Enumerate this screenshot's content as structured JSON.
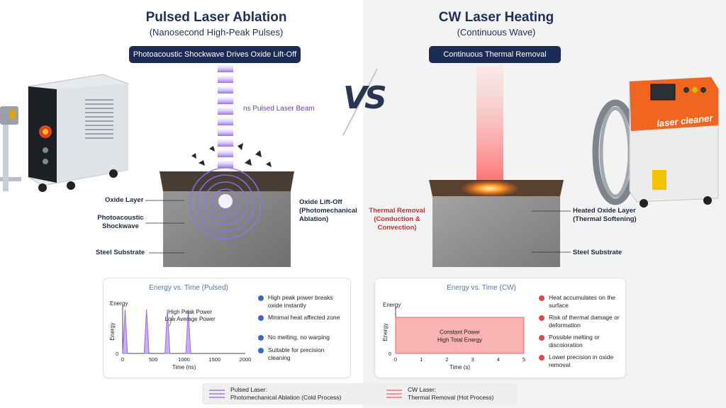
{
  "left": {
    "title": "Pulsed Laser Ablation",
    "subtitle": "(Nanosecond High-Peak Pulses)",
    "banner": "Photoacoustic Shockwave Drives Oxide Lift-Off",
    "beam_label": "ns Pulsed Laser Beam",
    "labels": {
      "oxide_layer": "Oxide Layer",
      "shockwave": "Photoacoustic Shockwave",
      "steel": "Steel Substrate",
      "liftoff": "Oxide Lift-Off (Photomechanical Ablation)"
    },
    "panel": {
      "title": "Energy vs. Time (Pulsed)",
      "bullets": [
        "High peak power breaks oxide instantly",
        "Minimal heat affected zone",
        "No melting, no warping",
        "Suitable for precision cleaning"
      ]
    }
  },
  "right": {
    "title": "CW Laser Heating",
    "subtitle": "(Continuous Wave)",
    "banner": "Continuous Thermal Removal",
    "machine_label": "laser cleaner",
    "labels": {
      "thermal_removal": "Thermal Removal (Conduction & Convection)",
      "heated_oxide": "Heated Oxide Layer (Thermal Softening)",
      "steel": "Steel Substrate"
    },
    "panel": {
      "title": "Energy vs. Time (CW)",
      "bullets": [
        "Heat accumulates on the surface",
        "Risk of thermal damage or deformation",
        "Possible melting or discoloration",
        "Lower precision in oxide removal"
      ]
    }
  },
  "vs": "VS",
  "legend": {
    "pulsed_title": "Pulsed Laser:",
    "pulsed_desc": "Photomechanical Ablation (Cold Process)",
    "cw_title": "CW Laser:",
    "cw_desc": "Thermal Removal (Hot Process)"
  },
  "colors": {
    "navy": "#1d2b57",
    "pulse_purple": "#a276e0",
    "cw_red": "#f58c8c",
    "check_blue": "#3d66c7",
    "warn_red": "#e24a4a"
  },
  "chart_data": [
    {
      "type": "line",
      "title": "Energy vs. Time (Pulsed)",
      "xlabel": "Time (ns)",
      "ylabel": "Energy",
      "xlim": [
        0,
        2000
      ],
      "ylim": [
        0,
        1
      ],
      "x_ticks": [
        0,
        500,
        1000,
        1500,
        2000
      ],
      "y_ticks": [
        0
      ],
      "annotation": "High Peak Power Low Average Power",
      "series": [
        {
          "x": [
            0,
            40,
            80,
            350,
            390,
            430,
            690,
            730,
            770,
            1030,
            1070,
            1110
          ],
          "values": [
            0,
            1,
            0,
            0,
            1,
            0,
            0,
            1,
            0,
            0,
            1,
            0
          ]
        }
      ]
    },
    {
      "type": "area",
      "title": "Energy vs. Time (CW)",
      "xlabel": "Time (s)",
      "ylabel": "Energy",
      "xlim": [
        0,
        5
      ],
      "ylim": [
        0,
        1
      ],
      "x_ticks": [
        0,
        1,
        2,
        3,
        4,
        5
      ],
      "y_ticks": [
        0
      ],
      "annotation": "Constant Power High Total Energy",
      "series": [
        {
          "x": [
            0,
            5
          ],
          "values": [
            0.85,
            0.85
          ]
        }
      ]
    }
  ]
}
